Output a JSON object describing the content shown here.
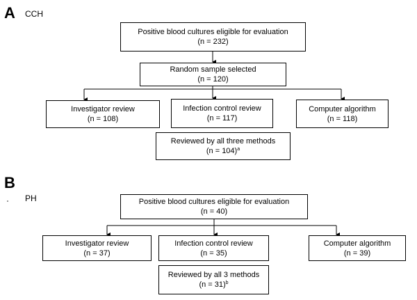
{
  "panel_a": {
    "letter": "A",
    "name": "CCH",
    "eligible": {
      "label": "Positive blood cultures eligible for evaluation",
      "count": "(n = 232)"
    },
    "sample": {
      "label": "Random sample selected",
      "count": "(n = 120)"
    },
    "investigator": {
      "label": "Investigator review",
      "count": "(n = 108)"
    },
    "infection": {
      "label": "Infection control review",
      "count": "(n = 117)"
    },
    "computer": {
      "label": "Computer algorithm",
      "count": "(n = 118)"
    },
    "all_three": {
      "label": "Reviewed by all three methods",
      "count": "(n = 104)",
      "footnote": "a"
    }
  },
  "panel_b": {
    "letter": "B",
    "name": "PH",
    "eligible": {
      "label": "Positive blood cultures eligible for evaluation",
      "count": "(n = 40)"
    },
    "investigator": {
      "label": "Investigator review",
      "count": "(n = 37)"
    },
    "infection": {
      "label": "Infection control review",
      "count": "(n = 35)"
    },
    "computer": {
      "label": "Computer algorithm",
      "count": "(n = 39)"
    },
    "all_three": {
      "label": "Reviewed by all 3 methods",
      "count": "(n = 31)",
      "footnote": "b"
    }
  }
}
